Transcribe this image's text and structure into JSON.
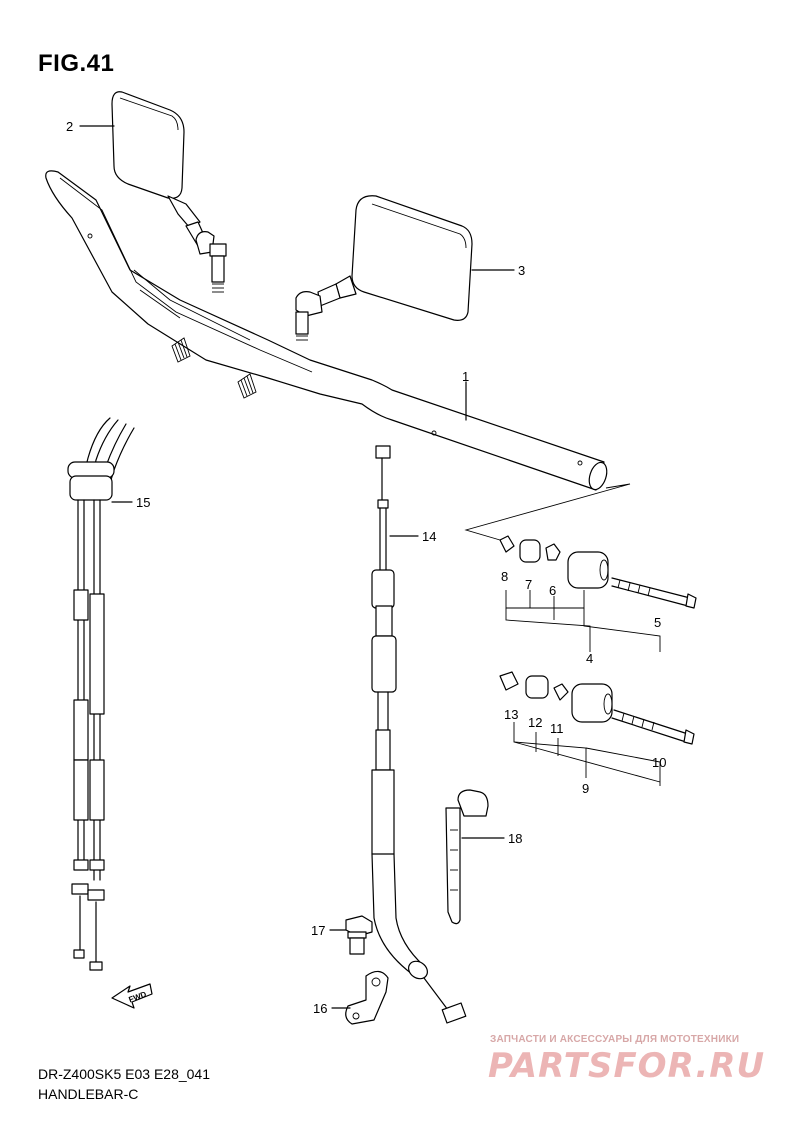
{
  "figure": {
    "title": "FIG.41"
  },
  "callouts": {
    "p1": "1",
    "p2": "2",
    "p3": "3",
    "p4": "4",
    "p5": "5",
    "p6": "6",
    "p7": "7",
    "p8": "8",
    "p9": "9",
    "p10": "10",
    "p11": "11",
    "p12": "12",
    "p13": "13",
    "p14": "14",
    "p15": "15",
    "p16": "16",
    "p17": "17",
    "p18": "18"
  },
  "arrow_label": "FWD",
  "footer": {
    "model_code": "DR-Z400SK5  E03  E28_041",
    "section_name": "HANDLEBAR-C"
  },
  "watermark": {
    "tagline": "ЗАПЧАСТИ И АКСЕССУАРЫ ДЛЯ МОТОТЕХНИКИ",
    "brand": "PARTSFOR.RU"
  }
}
